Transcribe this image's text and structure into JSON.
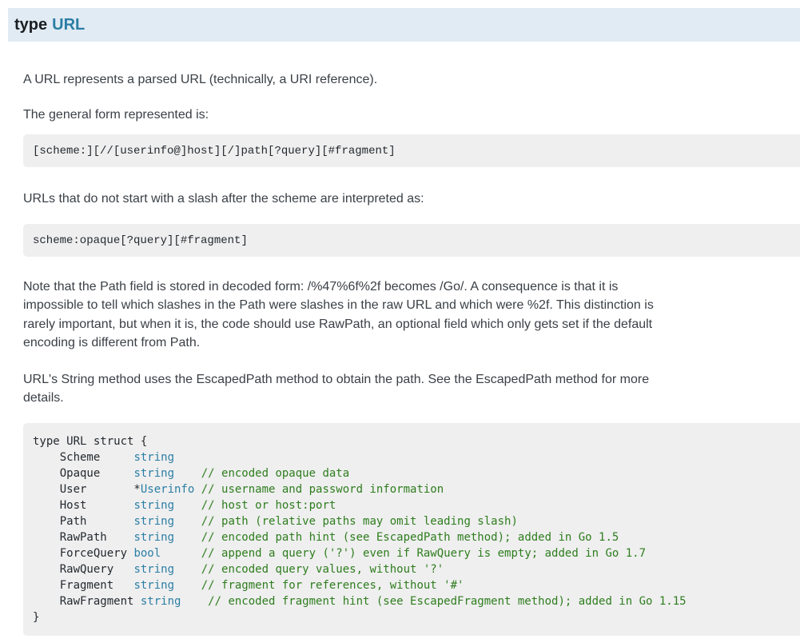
{
  "header": {
    "keyword": "type",
    "name": "URL"
  },
  "paragraphs": {
    "p1": "A URL represents a parsed URL (technically, a URI reference).",
    "p2": "The general form represented is:",
    "p3": "URLs that do not start with a slash after the scheme are interpreted as:",
    "p4": "Note that the Path field is stored in decoded form: /%47%6f%2f becomes /Go/. A consequence is that it is\nimpossible to tell which slashes in the Path were slashes in the raw URL and which were %2f. This distinction is\nrarely important, but when it is, the code should use RawPath, an optional field which only gets set if the default\nencoding is different from Path.",
    "p5": "URL's String method uses the EscapedPath method to obtain the path. See the EscapedPath method for more\ndetails."
  },
  "code_blocks": {
    "general_form": "[scheme:][//[userinfo@]host][/]path[?query][#fragment]",
    "opaque_form": "scheme:opaque[?query][#fragment]"
  },
  "struct_code": {
    "lines": [
      [
        {
          "t": "plain",
          "s": "type URL struct {"
        }
      ],
      [
        {
          "t": "plain",
          "s": "    Scheme     "
        },
        {
          "t": "link",
          "s": "string"
        }
      ],
      [
        {
          "t": "plain",
          "s": "    Opaque     "
        },
        {
          "t": "link",
          "s": "string"
        },
        {
          "t": "plain",
          "s": "    "
        },
        {
          "t": "comment",
          "s": "// encoded opaque data"
        }
      ],
      [
        {
          "t": "plain",
          "s": "    User       *"
        },
        {
          "t": "link",
          "s": "Userinfo"
        },
        {
          "t": "plain",
          "s": " "
        },
        {
          "t": "comment",
          "s": "// username and password information"
        }
      ],
      [
        {
          "t": "plain",
          "s": "    Host       "
        },
        {
          "t": "link",
          "s": "string"
        },
        {
          "t": "plain",
          "s": "    "
        },
        {
          "t": "comment",
          "s": "// host or host:port"
        }
      ],
      [
        {
          "t": "plain",
          "s": "    Path       "
        },
        {
          "t": "link",
          "s": "string"
        },
        {
          "t": "plain",
          "s": "    "
        },
        {
          "t": "comment",
          "s": "// path (relative paths may omit leading slash)"
        }
      ],
      [
        {
          "t": "plain",
          "s": "    RawPath    "
        },
        {
          "t": "link",
          "s": "string"
        },
        {
          "t": "plain",
          "s": "    "
        },
        {
          "t": "comment",
          "s": "// encoded path hint (see EscapedPath method); added in Go 1.5"
        }
      ],
      [
        {
          "t": "plain",
          "s": "    ForceQuery "
        },
        {
          "t": "link",
          "s": "bool"
        },
        {
          "t": "plain",
          "s": "      "
        },
        {
          "t": "comment",
          "s": "// append a query ('?') even if RawQuery is empty; added in Go 1.7"
        }
      ],
      [
        {
          "t": "plain",
          "s": "    RawQuery   "
        },
        {
          "t": "link",
          "s": "string"
        },
        {
          "t": "plain",
          "s": "    "
        },
        {
          "t": "comment",
          "s": "// encoded query values, without '?'"
        }
      ],
      [
        {
          "t": "plain",
          "s": "    Fragment   "
        },
        {
          "t": "link",
          "s": "string"
        },
        {
          "t": "plain",
          "s": "    "
        },
        {
          "t": "comment",
          "s": "// fragment for references, without '#'"
        }
      ],
      [
        {
          "t": "plain",
          "s": "    RawFragment "
        },
        {
          "t": "link",
          "s": "string"
        },
        {
          "t": "plain",
          "s": "    "
        },
        {
          "t": "comment",
          "s": "// encoded fragment hint (see EscapedFragment method); added in Go 1.15"
        }
      ],
      [
        {
          "t": "plain",
          "s": "}"
        }
      ]
    ]
  },
  "colors": {
    "link_teal": "#2b7ea4",
    "comment_green": "#2e7d1e",
    "header_bg": "#e1ebf4",
    "code_bg": "#efefef",
    "body_text": "#3b4046",
    "code_text": "#24292f"
  }
}
